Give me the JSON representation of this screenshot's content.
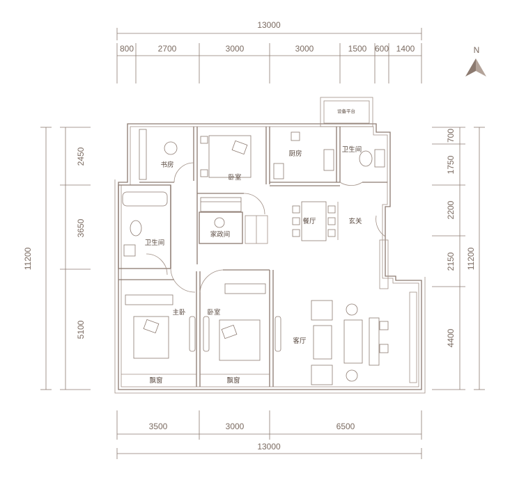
{
  "compass": {
    "label": "N"
  },
  "dimensions": {
    "top_total": "13000",
    "top_segments": [
      "800",
      "2700",
      "3000",
      "3000",
      "1500",
      "600",
      "1400"
    ],
    "bottom_segments": [
      "3500",
      "3000",
      "6500"
    ],
    "bottom_total": "13000",
    "left_total": "11200",
    "left_segments": [
      "2450",
      "3650",
      "5100"
    ],
    "right_segments": [
      "700",
      "1750",
      "2200",
      "2150",
      "4400"
    ],
    "right_total": "11200"
  },
  "rooms": {
    "study": "书房",
    "bedroom_top": "卧室",
    "kitchen": "厨房",
    "bathroom_top": "卫生间",
    "equipment_platform": "设备平台",
    "bathroom_left": "卫生间",
    "housekeeping": "家政间",
    "dining": "餐厅",
    "entrance": "玄关",
    "master_bedroom": "主卧",
    "bedroom_bottom": "卧室",
    "living_room": "客厅",
    "bay_window_left": "飘窗",
    "bay_window_right": "飘窗"
  }
}
